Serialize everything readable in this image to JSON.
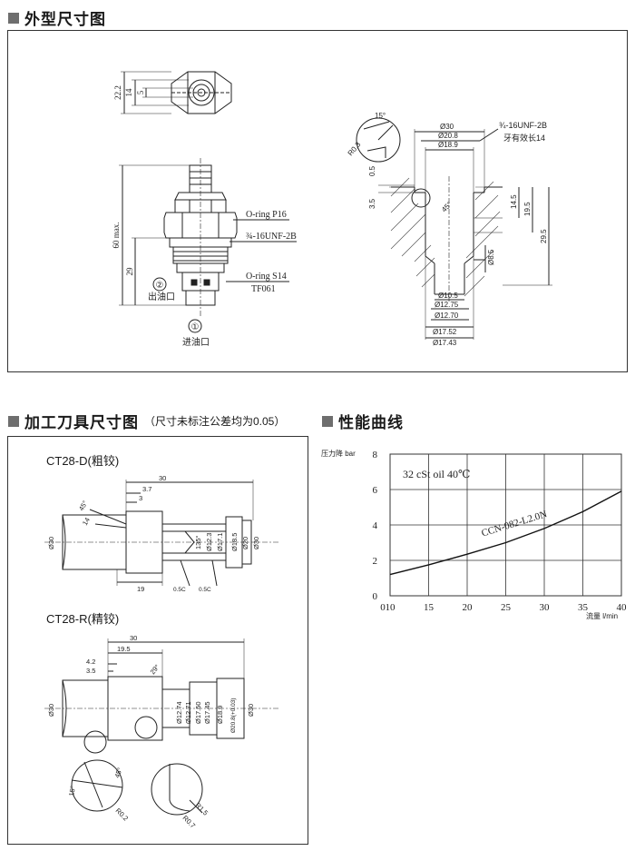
{
  "sections": {
    "outline": {
      "title": "外型尺寸图"
    },
    "tooling": {
      "title": "加工刀具尺寸图",
      "note": "（尺寸未标注公差均为0.05）"
    },
    "performance": {
      "title": "性能曲线"
    }
  },
  "outline_drawing": {
    "dim_22_2": "22.2",
    "dim_14": "14",
    "dim_5": "5",
    "dim_60_max": "60 max.",
    "dim_29": "29",
    "oring_p16": "O-ring P16",
    "thread": "¾-16UNF-2B",
    "oring_s14": "O-ring S14",
    "tf061": "TF061",
    "port2_num": "②",
    "port2_label": "出油口",
    "port1_num": "①",
    "port1_label": "进油口"
  },
  "cavity_drawing": {
    "angle_15": "15°",
    "r03": "R0.3",
    "d30": "Ø30",
    "d20_8": "Ø20.8",
    "d18_9": "Ø18.9",
    "thread": "¾-16UNF-2B",
    "thread_len": "牙有效长14",
    "dim_0_5": "0.5",
    "dim_3_5": "3.5",
    "angle_45": "45°",
    "d8_5": "Ø8.5",
    "dim_14_5": "14.5",
    "dim_19_5": "19.5",
    "dim_29_5": "29.5",
    "d10_5": "Ø10.5",
    "d12_75": "Ø12.75",
    "d12_70": "Ø12.70",
    "d17_52": "Ø17.52",
    "d17_43": "Ø17.43"
  },
  "tool_d": {
    "label": "CT28-D(粗铰)",
    "dim_30": "30",
    "dim_3_7": "3.7",
    "dim_3": "3",
    "angle_45": "45°",
    "dim_14": "14",
    "d30_left": "Ø30",
    "angle_135": "135°",
    "d12_3": "Ø12.3",
    "d17_1": "Ø17.1",
    "d18_5": "Ø18.5",
    "d20": "Ø20",
    "d30_right": "Ø30",
    "dim_19": "19",
    "c05a": "0.5C",
    "c05b": "0.5C"
  },
  "tool_r": {
    "label": "CT28-R(精铰)",
    "dim_30": "30",
    "dim_19_5": "19.5",
    "dim_4_2": "4.2",
    "dim_3_5": "3.5",
    "angle_29": "29°",
    "d30_left": "Ø30",
    "d12_74": "Ø12.74",
    "d12_71": "Ø12.71",
    "d17_50": "Ø17.50",
    "d17_45": "Ø17.45",
    "d18_9": "Ø18.9",
    "d20_8": "Ø20.8(+0.03)",
    "d30_right": "Ø30",
    "angle_15": "15°",
    "angle_45": "45°",
    "r02": "R0.2",
    "r1_5": "R1.5",
    "r07": "R0.7"
  },
  "chart_data": {
    "type": "line",
    "ylabel": "压力降 bar",
    "xlabel": "流量 l/min",
    "xlim": [
      10,
      40
    ],
    "ylim": [
      0,
      8
    ],
    "x_ticks": [
      "0",
      "10",
      "15",
      "20",
      "25",
      "30",
      "35",
      "40"
    ],
    "y_ticks": [
      "0",
      "2",
      "4",
      "6",
      "8"
    ],
    "grid": true,
    "annotation": "32 cSt oil 40℃",
    "series": [
      {
        "name": "CCN-082-L2.0N",
        "x": [
          10,
          15,
          20,
          25,
          30,
          35,
          40
        ],
        "y": [
          1.2,
          1.75,
          2.35,
          3.0,
          3.8,
          4.75,
          5.9
        ]
      }
    ]
  }
}
